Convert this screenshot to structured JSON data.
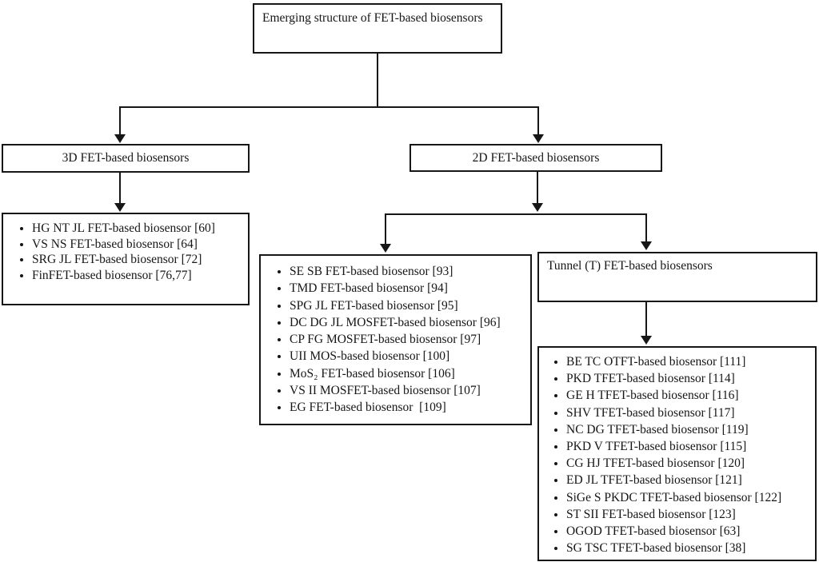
{
  "diagram": {
    "title": "Emerging structure of FET-based biosensors",
    "nodes": {
      "root": {
        "label": "Emerging structure of FET-based biosensors"
      },
      "three_d": {
        "label": "3D FET-based biosensors"
      },
      "two_d": {
        "label": "2D FET-based biosensors"
      },
      "tunnel": {
        "label": "Tunnel (T) FET-based biosensors"
      }
    },
    "lists": {
      "three_d_items": [
        "HG NT JL FET-based biosensor [60]",
        "VS NS FET-based biosensor [64]",
        "SRG JL FET-based biosensor [72]",
        "FinFET-based biosensor [76,77]"
      ],
      "two_d_items": [
        "SE SB FET-based biosensor [93]",
        "TMD FET-based biosensor [94]",
        "SPG JL FET-based biosensor [95]",
        "DC DG JL MOSFET-based biosensor [96]",
        "CP FG MOSFET-based biosensor [97]",
        "UII MOS-based biosensor [100]",
        "MoS₂ FET-based biosensor [106]",
        "VS II MOSFET-based biosensor [107]",
        "EG FET-based biosensor  [109]"
      ],
      "tunnel_items": [
        "BE TC OTFT-based biosensor [111]",
        "PKD TFET-based biosensor [114]",
        "GE H TFET-based biosensor [116]",
        "SHV TFET-based biosensor [117]",
        "NC DG TFET-based biosensor [119]",
        "PKD V TFET-based biosensor [115]",
        "CG HJ TFET-based biosensor [120]",
        "ED JL TFET-based biosensor [121]",
        "SiGe S PKDC TFET-based biosensor [122]",
        "ST SII FET-based biosensor [123]",
        "OGOD TFET-based biosensor [63]",
        "SG TSC TFET-based biosensor [38]"
      ]
    },
    "colors": {
      "line": "#161616",
      "text": "#161616",
      "background": "#ffffff"
    }
  }
}
